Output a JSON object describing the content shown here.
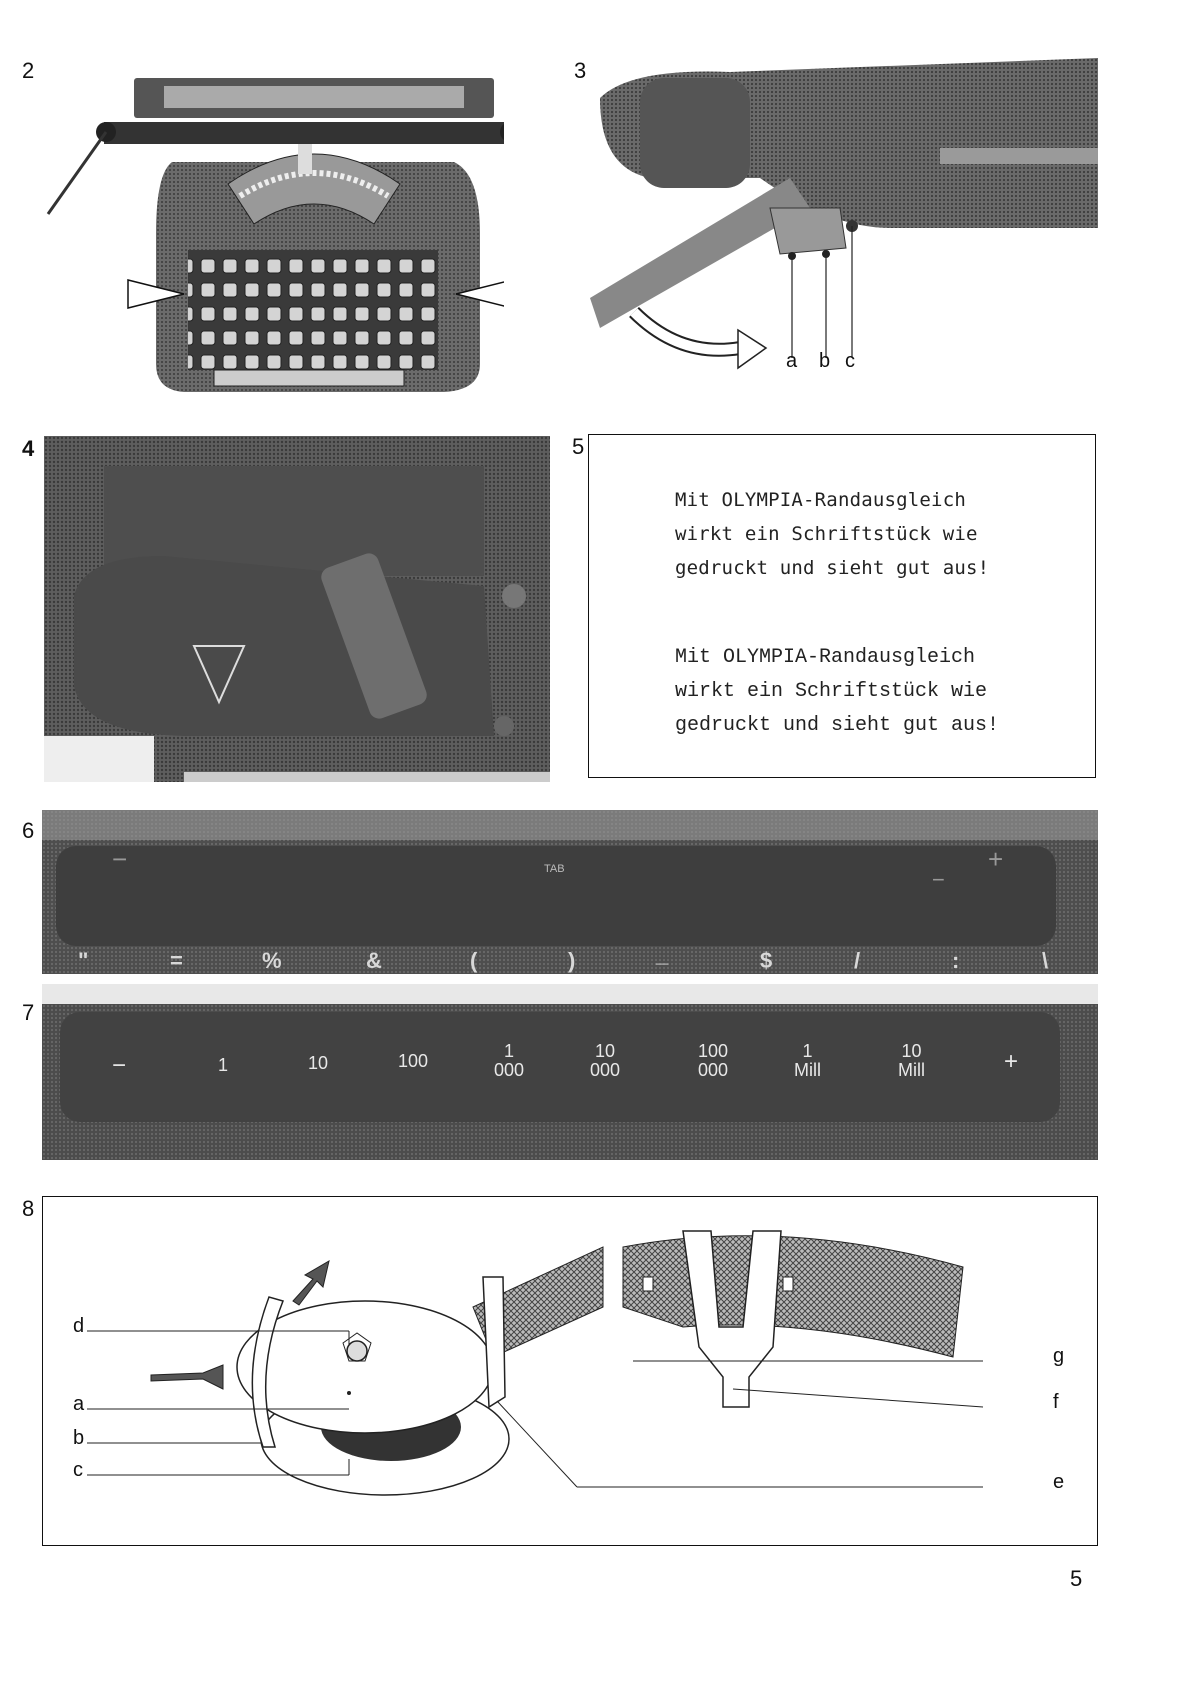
{
  "figures": {
    "fig2": {
      "number": "2"
    },
    "fig3": {
      "number": "3",
      "labels": [
        "a",
        "b",
        "c"
      ]
    },
    "fig4": {
      "number": "4"
    },
    "fig5": {
      "number": "5",
      "sample_monospace": "Mit OLYMPIA-Randausgleich\nwirkt ein Schriftstück wie\ngedruckt und sieht gut aus!",
      "sample_proportional": "Mit OLYMPIA-Randausgleich\nwirkt ein Schriftstück wie\ngedruckt und sieht gut aus!"
    },
    "fig6": {
      "number": "6",
      "top_labels": [
        "−",
        "TAB",
        "−",
        "+"
      ],
      "bottom_symbols": [
        "\"",
        "=",
        "%",
        "&",
        "(",
        ")",
        "_",
        "$",
        "/",
        ":",
        "\\"
      ]
    },
    "fig7": {
      "number": "7",
      "keys": [
        "−",
        "1",
        "10",
        "100",
        "1\n000",
        "10\n000",
        "100\n000",
        "1\nMill",
        "10\nMill",
        "+"
      ]
    },
    "fig8": {
      "number": "8",
      "labels_left": [
        "d",
        "a",
        "b",
        "c"
      ],
      "labels_right": [
        "g",
        "f",
        "e"
      ]
    }
  },
  "page_number": "5"
}
